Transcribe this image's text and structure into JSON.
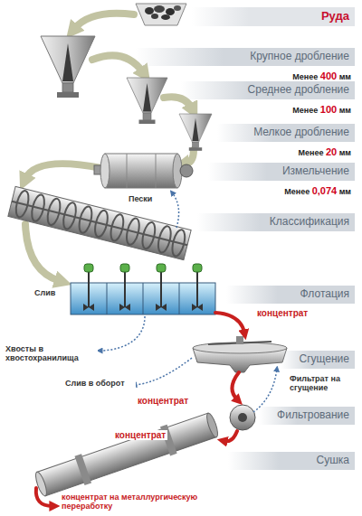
{
  "diagram": {
    "nodes": [
      {
        "text": [
          "Руда"
        ]
      },
      {
        "text": [
          "Крупное дробление",
          "Менее 400 мм"
        ]
      },
      {
        "text": [
          "Среднее дробление",
          "Менее 100 мм"
        ]
      },
      {
        "text": [
          "Мелкое дробление",
          "Менее 20 мм"
        ]
      },
      {
        "text": [
          "Измельчение",
          "Менее 0,074 мм"
        ]
      },
      {
        "text": [
          "Классификация"
        ]
      },
      {
        "text": [
          "Флотация"
        ]
      },
      {
        "text": [
          "Сгущение"
        ]
      },
      {
        "text": [
          "Фильтрование"
        ]
      },
      {
        "text": [
          "Сушка"
        ]
      }
    ],
    "labels": [
      "Пески",
      "Слив",
      "концентрат",
      "Хвосты в хвостохранилища",
      "Слив в оборот",
      "Фильтрат на сгущение",
      "концентрат",
      "концентрат",
      "концентрат на металлургическую переработку"
    ]
  }
}
